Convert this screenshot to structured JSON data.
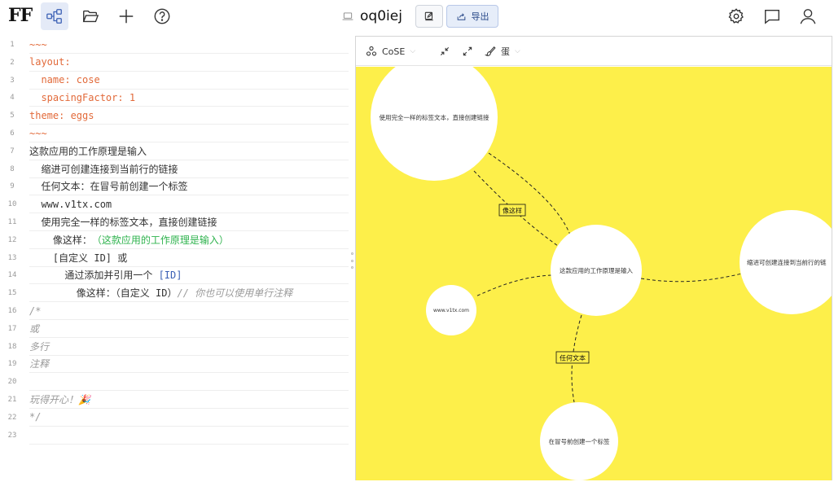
{
  "app": {
    "logo": "FF",
    "document_title": "oq0iej",
    "export_label": "导出"
  },
  "graph_toolbar": {
    "layout_label": "CoSE",
    "theme_label": "蛋"
  },
  "editor": {
    "lines": [
      {
        "n": "1",
        "segments": [
          {
            "t": "~~~",
            "c": "c-orange"
          }
        ]
      },
      {
        "n": "2",
        "segments": [
          {
            "t": "layout:",
            "c": "c-orange"
          }
        ]
      },
      {
        "n": "3",
        "segments": [
          {
            "t": "  name: cose",
            "c": "c-orange"
          }
        ]
      },
      {
        "n": "4",
        "segments": [
          {
            "t": "  spacingFactor: 1",
            "c": "c-orange"
          }
        ]
      },
      {
        "n": "5",
        "segments": [
          {
            "t": "theme: eggs",
            "c": "c-orange"
          }
        ]
      },
      {
        "n": "6",
        "segments": [
          {
            "t": "~~~",
            "c": "c-orange"
          }
        ]
      },
      {
        "n": "7",
        "segments": [
          {
            "t": "这款应用的工作原理是输入",
            "c": "c-text"
          }
        ]
      },
      {
        "n": "8",
        "segments": [
          {
            "t": "  缩进可创建连接到当前行的链接",
            "c": "c-text"
          }
        ]
      },
      {
        "n": "9",
        "segments": [
          {
            "t": "  任何文本：在冒号前创建一个标签",
            "c": "c-text"
          }
        ]
      },
      {
        "n": "10",
        "segments": [
          {
            "t": "  www.v1tx.com",
            "c": "c-text"
          }
        ]
      },
      {
        "n": "11",
        "segments": [
          {
            "t": "  使用完全一样的标签文本，直接创建链接",
            "c": "c-text"
          }
        ]
      },
      {
        "n": "12",
        "segments": [
          {
            "t": "    像这样：",
            "c": "c-text"
          },
          {
            "t": "（这款应用的工作原理是输入）",
            "c": "c-green"
          }
        ]
      },
      {
        "n": "13",
        "segments": [
          {
            "t": "    [自定义 ID] 或",
            "c": "c-text"
          }
        ]
      },
      {
        "n": "14",
        "segments": [
          {
            "t": "      通过添加并引用一个 ",
            "c": "c-text"
          },
          {
            "t": "[ID]",
            "c": "c-blue"
          }
        ]
      },
      {
        "n": "15",
        "segments": [
          {
            "t": "        像这样：（自定义 ID）",
            "c": "c-text"
          },
          {
            "t": "// 你也可以使用单行注释",
            "c": "c-gray"
          }
        ]
      },
      {
        "n": "16",
        "segments": [
          {
            "t": "/*",
            "c": "c-gray"
          }
        ]
      },
      {
        "n": "17",
        "segments": [
          {
            "t": "或",
            "c": "c-gray"
          }
        ]
      },
      {
        "n": "18",
        "segments": [
          {
            "t": "多行",
            "c": "c-gray"
          }
        ]
      },
      {
        "n": "19",
        "segments": [
          {
            "t": "注释",
            "c": "c-gray"
          }
        ]
      },
      {
        "n": "20",
        "segments": [
          {
            "t": "",
            "c": "c-text"
          }
        ]
      },
      {
        "n": "21",
        "segments": [
          {
            "t": "玩得开心！🎉",
            "c": "c-gray"
          }
        ]
      },
      {
        "n": "22",
        "segments": [
          {
            "t": "*/",
            "c": "c-gray"
          }
        ]
      },
      {
        "n": "23",
        "segments": [
          {
            "t": "",
            "c": "c-text"
          }
        ]
      }
    ]
  },
  "graph": {
    "nodes": [
      {
        "id": "a",
        "label": "使用完全一样的标签文本，直接创建链接"
      },
      {
        "id": "b",
        "label": "这款应用的工作原理是输入"
      },
      {
        "id": "c",
        "label": "缩进可创建连接到当前行的链"
      },
      {
        "id": "d",
        "label": "www.v1tx.com"
      },
      {
        "id": "e",
        "label": "在冒号前创建一个标签"
      }
    ],
    "edge_labels": {
      "ab": "像这样",
      "be": "任何文本"
    }
  }
}
